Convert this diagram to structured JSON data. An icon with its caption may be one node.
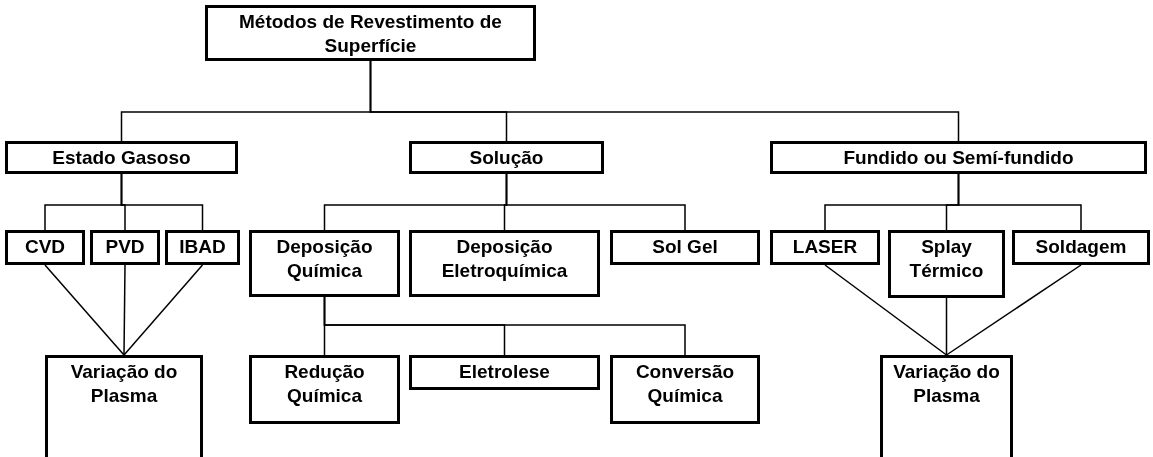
{
  "diagram": {
    "nodes": [
      {
        "text": [
          "Métodos de Revestimento de Superfície"
        ]
      },
      {
        "text": [
          "Estado Gasoso"
        ]
      },
      {
        "text": [
          "Solução"
        ]
      },
      {
        "text": [
          "Fundido ou Semí-fundido"
        ]
      },
      {
        "text": [
          "CVD"
        ]
      },
      {
        "text": [
          "PVD"
        ]
      },
      {
        "text": [
          "IBAD"
        ]
      },
      {
        "text": [
          "Deposição Química"
        ]
      },
      {
        "text": [
          "Deposição Eletroquímica"
        ]
      },
      {
        "text": [
          "Sol Gel"
        ]
      },
      {
        "text": [
          "LASER"
        ]
      },
      {
        "text": [
          "Splay Térmico"
        ]
      },
      {
        "text": [
          "Soldagem"
        ]
      },
      {
        "text": [
          "Variação do Plasma"
        ]
      },
      {
        "text": [
          "Redução Química"
        ]
      },
      {
        "text": [
          "Eletrolese"
        ]
      },
      {
        "text": [
          "Conversão Química"
        ]
      },
      {
        "text": [
          "Variação do Plasma"
        ]
      }
    ],
    "edges": [
      {
        "from": 0,
        "to": 1,
        "arrow": "none"
      },
      {
        "from": 0,
        "to": 2,
        "arrow": "none"
      },
      {
        "from": 0,
        "to": 3,
        "arrow": "none"
      },
      {
        "from": 1,
        "to": 4,
        "arrow": "none"
      },
      {
        "from": 1,
        "to": 5,
        "arrow": "none"
      },
      {
        "from": 1,
        "to": 6,
        "arrow": "none"
      },
      {
        "from": 2,
        "to": 7,
        "arrow": "none"
      },
      {
        "from": 2,
        "to": 8,
        "arrow": "none"
      },
      {
        "from": 2,
        "to": 9,
        "arrow": "none"
      },
      {
        "from": 3,
        "to": 10,
        "arrow": "none"
      },
      {
        "from": 3,
        "to": 11,
        "arrow": "none"
      },
      {
        "from": 3,
        "to": 12,
        "arrow": "none"
      },
      {
        "from": 7,
        "to": 14,
        "arrow": "none"
      },
      {
        "from": 7,
        "to": 15,
        "arrow": "none"
      },
      {
        "from": 7,
        "to": 16,
        "arrow": "none"
      },
      {
        "from": 4,
        "to": 13,
        "arrow": "none"
      },
      {
        "from": 5,
        "to": 13,
        "arrow": "none"
      },
      {
        "from": 6,
        "to": 13,
        "arrow": "none"
      },
      {
        "from": 10,
        "to": 17,
        "arrow": "none"
      },
      {
        "from": 11,
        "to": 17,
        "arrow": "none"
      },
      {
        "from": 12,
        "to": 17,
        "arrow": "none"
      }
    ]
  }
}
